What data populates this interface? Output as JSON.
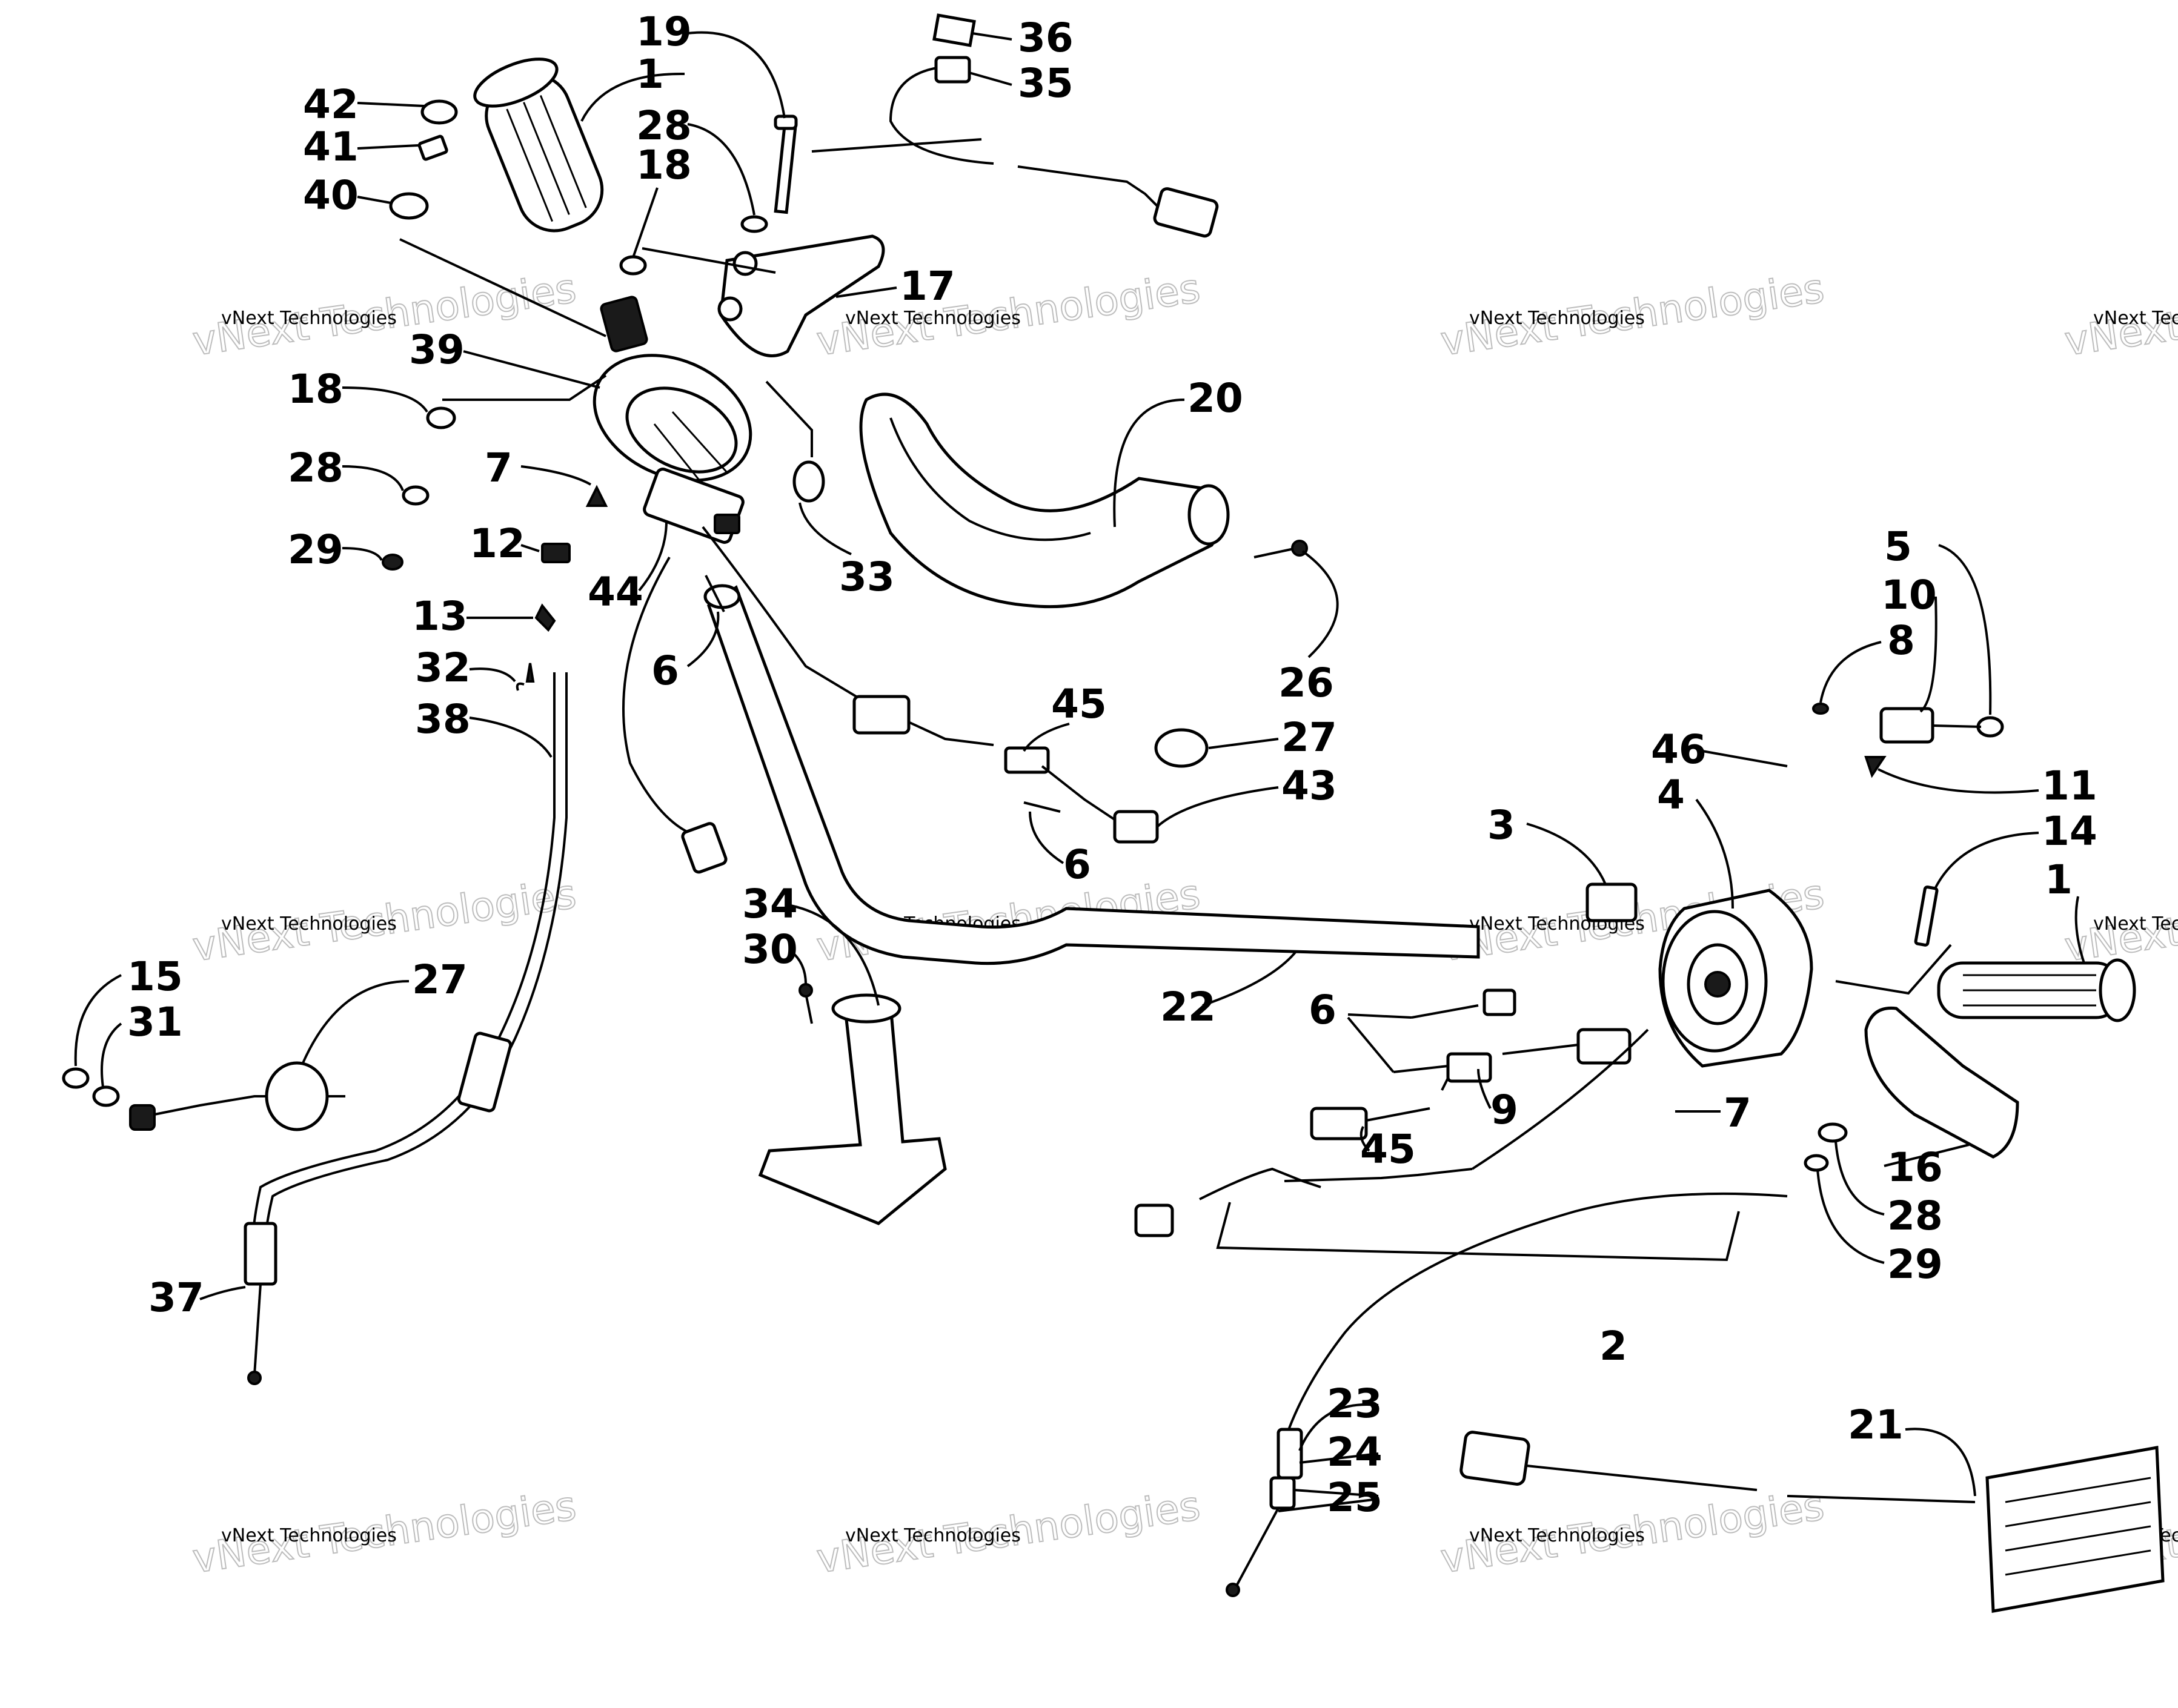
{
  "callouts": [
    {
      "num": "1"
    },
    {
      "num": "19"
    },
    {
      "num": "28"
    },
    {
      "num": "18"
    },
    {
      "num": "36"
    },
    {
      "num": "35"
    },
    {
      "num": "42"
    },
    {
      "num": "41"
    },
    {
      "num": "40"
    },
    {
      "num": "17"
    },
    {
      "num": "39"
    },
    {
      "num": "18"
    },
    {
      "num": "28"
    },
    {
      "num": "7"
    },
    {
      "num": "29"
    },
    {
      "num": "12"
    },
    {
      "num": "44"
    },
    {
      "num": "33"
    },
    {
      "num": "20"
    },
    {
      "num": "13"
    },
    {
      "num": "6"
    },
    {
      "num": "32"
    },
    {
      "num": "38"
    },
    {
      "num": "26"
    },
    {
      "num": "45"
    },
    {
      "num": "27"
    },
    {
      "num": "43"
    },
    {
      "num": "6"
    },
    {
      "num": "5"
    },
    {
      "num": "10"
    },
    {
      "num": "8"
    },
    {
      "num": "46"
    },
    {
      "num": "4"
    },
    {
      "num": "3"
    },
    {
      "num": "11"
    },
    {
      "num": "14"
    },
    {
      "num": "1"
    },
    {
      "num": "34"
    },
    {
      "num": "30"
    },
    {
      "num": "15"
    },
    {
      "num": "31"
    },
    {
      "num": "27"
    },
    {
      "num": "22"
    },
    {
      "num": "6"
    },
    {
      "num": "7"
    },
    {
      "num": "9"
    },
    {
      "num": "45"
    },
    {
      "num": "16"
    },
    {
      "num": "28"
    },
    {
      "num": "29"
    },
    {
      "num": "37"
    },
    {
      "num": "2"
    },
    {
      "num": "23"
    },
    {
      "num": "24"
    },
    {
      "num": "25"
    },
    {
      "num": "21"
    }
  ],
  "watermarks": [
    {
      "small": "vNext Technologies",
      "big": "vNext Technologies"
    },
    {
      "small": "vNext Technologies",
      "big": "vNext Technologies"
    },
    {
      "small": "vNext Technologies",
      "big": "vNext Technologies"
    },
    {
      "small": "vNext Technologies",
      "big": "vNext Technologies"
    },
    {
      "small": "vNext Technologies",
      "big": "vNext Technologies"
    },
    {
      "small": "vNext Technologies",
      "big": "vNext Technologies"
    },
    {
      "small": "vNext Technologies",
      "big": "vNext Technologies"
    },
    {
      "small": "vNext Technologies",
      "big": "vNext Technologies"
    },
    {
      "small": "vNext Technologies",
      "big": "vNext Technologies"
    },
    {
      "small": "vNext Technologies",
      "big": "vNext Technologies"
    },
    {
      "small": "vNext Technologies",
      "big": "vNext Technologies"
    },
    {
      "small": "vNext Technologies",
      "big": "vNext Technologies"
    }
  ]
}
